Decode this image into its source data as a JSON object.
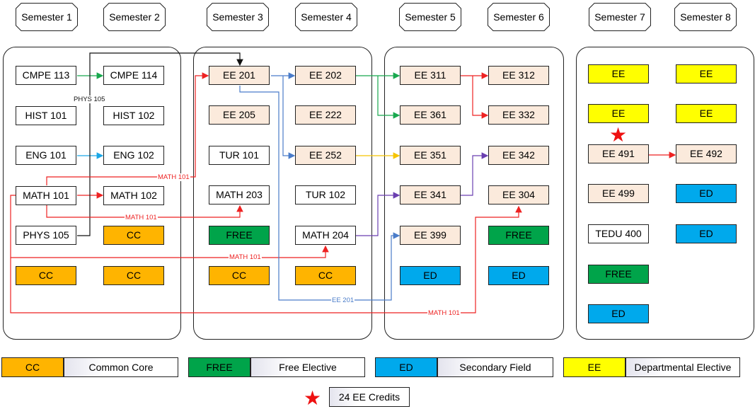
{
  "headers": [
    "Semester 1",
    "Semester 2",
    "Semester 3",
    "Semester 4",
    "Semester 5",
    "Semester 6",
    "Semester 7",
    "Semester 8"
  ],
  "courses": {
    "s1": [
      "CMPE 113",
      "HIST 101",
      "ENG 101",
      "MATH 101",
      "PHYS 105",
      "CC"
    ],
    "s2": [
      "CMPE 114",
      "HIST 102",
      "ENG 102",
      "MATH 102",
      "CC",
      "CC"
    ],
    "s3": [
      "EE 201",
      "EE 205",
      "TUR 101",
      "MATH 203",
      "FREE",
      "CC"
    ],
    "s4": [
      "EE 202",
      "EE 222",
      "EE 252",
      "TUR 102",
      "MATH 204",
      "CC"
    ],
    "s5": [
      "EE 311",
      "EE 361",
      "EE 351",
      "EE 341",
      "EE 399",
      "ED"
    ],
    "s6": [
      "EE 312",
      "EE 332",
      "EE 342",
      "EE 304",
      "FREE",
      "ED"
    ],
    "s7": [
      "EE",
      "EE",
      "EE 491",
      "EE 499",
      "TEDU 400",
      "FREE",
      "ED"
    ],
    "s8": [
      "EE",
      "EE",
      "EE 492",
      "ED",
      "ED"
    ]
  },
  "arrow_labels": {
    "phys105": "PHYS 105",
    "math101_a": "MATH 101",
    "math101_b": "MATH 101",
    "math101_c": "MATH 101",
    "math101_d": "MATH 101",
    "ee201": "EE 201"
  },
  "legend": {
    "cc": {
      "tag": "CC",
      "label": "Common Core"
    },
    "free": {
      "tag": "FREE",
      "label": "Free Elective"
    },
    "ed": {
      "tag": "ED",
      "label": "Secondary Field"
    },
    "ee": {
      "tag": "EE",
      "label": "Departmental Elective"
    }
  },
  "credits_note": "24 EE Credits",
  "colors": {
    "core": "#fbeadc",
    "cc": "#ffb400",
    "free": "#00a44a",
    "ed": "#00a9ec",
    "ee": "#ffff00",
    "red": "#ee2222",
    "green": "#18a84e",
    "blue": "#4a7cc9",
    "cyan": "#1aa7e6",
    "yellow": "#f5c400",
    "purple": "#6a3fb0",
    "black": "#111111"
  }
}
